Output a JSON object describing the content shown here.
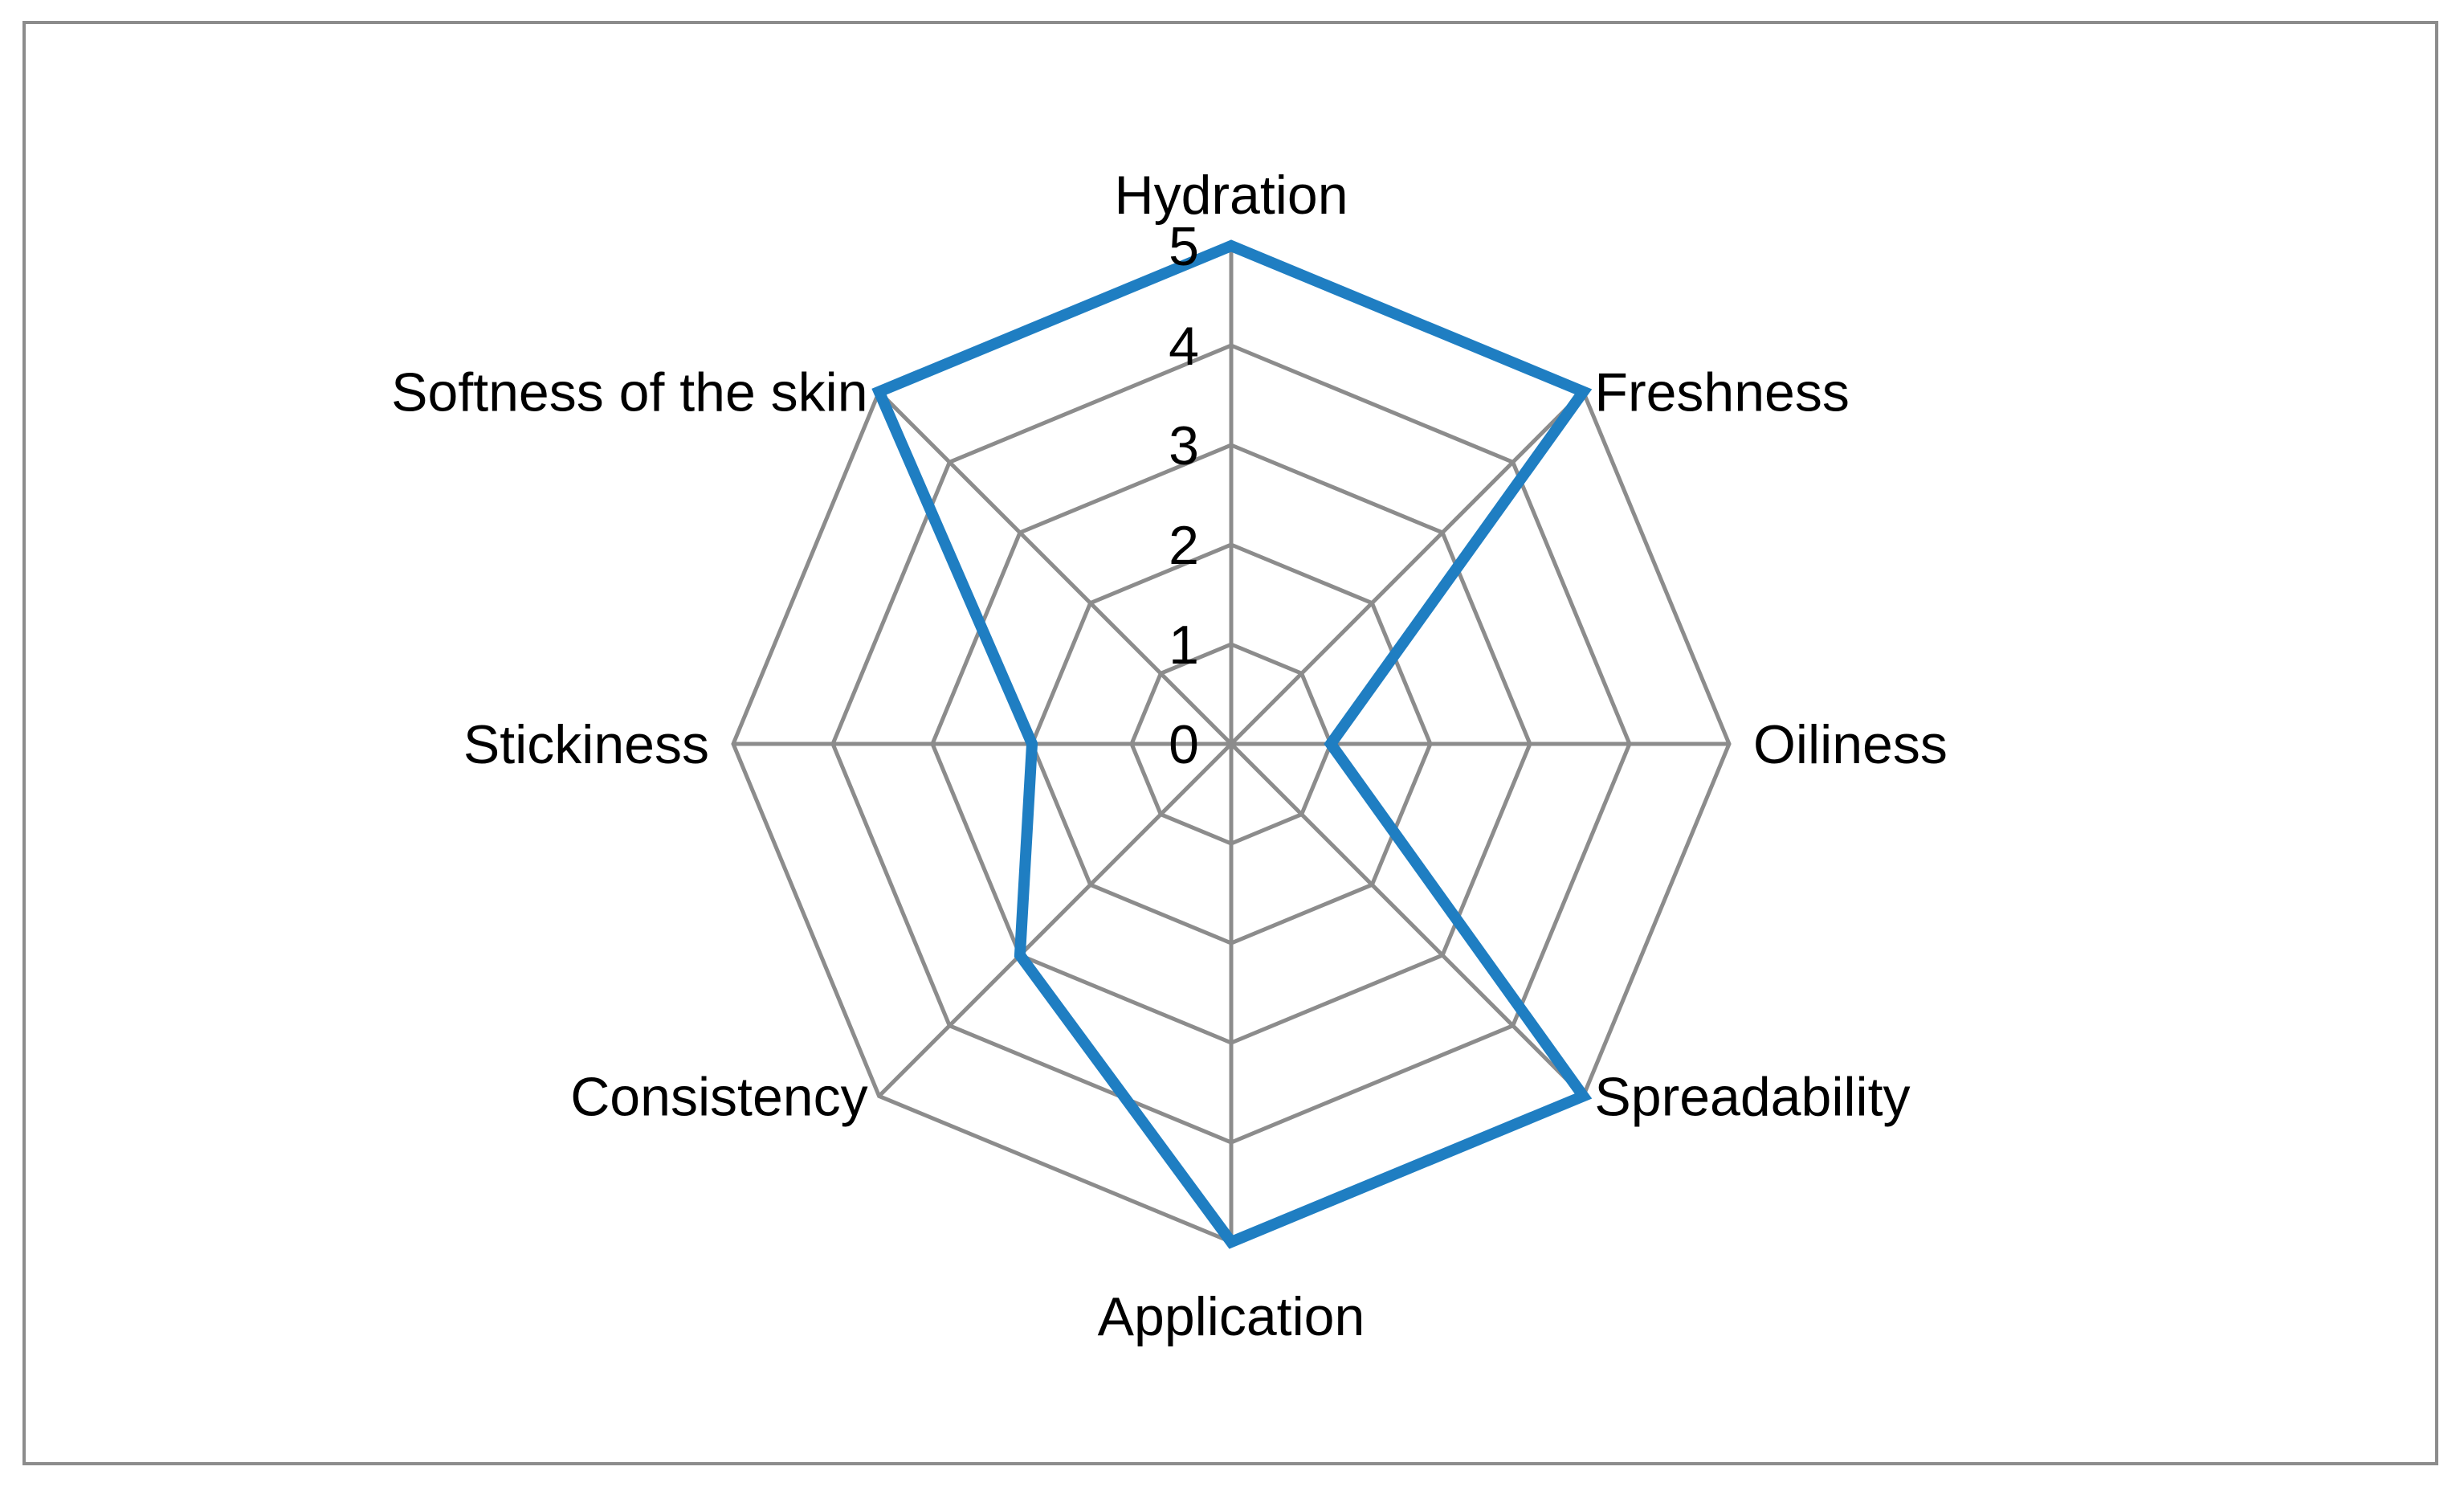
{
  "chart_data": {
    "type": "radar",
    "categories": [
      "Hydration",
      "Freshness",
      "Oiliness",
      "Spreadability",
      "Application",
      "Consistency",
      "Stickiness",
      "Softness of the skin"
    ],
    "series": [
      {
        "values": [
          5,
          5,
          1,
          5,
          5,
          3,
          2,
          5
        ],
        "color": "#1f7ec2"
      }
    ],
    "rlim": [
      0,
      5
    ],
    "ticks": [
      "0",
      "1",
      "2",
      "3",
      "4",
      "5"
    ],
    "grid": true,
    "legend": "none",
    "grid_color": "#8c8c8c"
  }
}
